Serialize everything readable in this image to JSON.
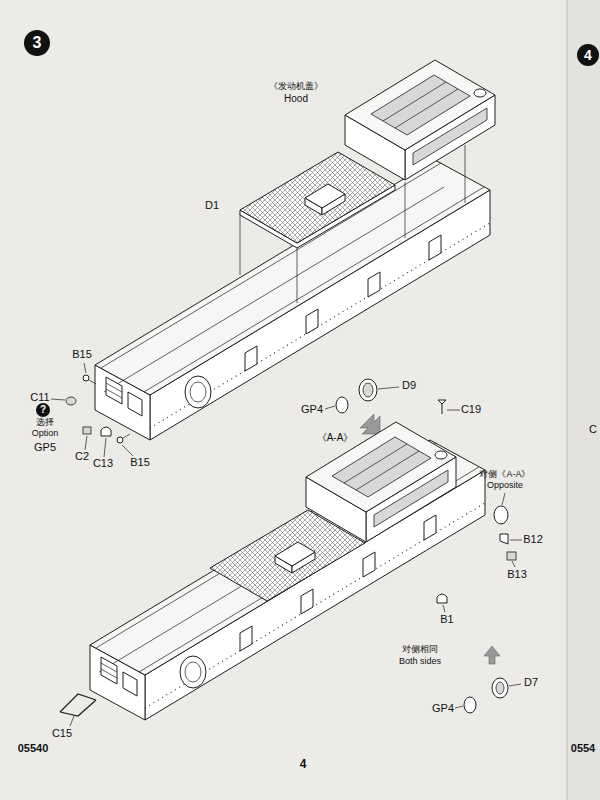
{
  "diagram": {
    "nodes": [
      {
        "text": [
          "3"
        ]
      },
      {
        "text": [
          "4"
        ]
      },
      {
        "text": [
          "?"
        ]
      }
    ],
    "labels": [
      "《发动机盖》",
      "Hood",
      "D1",
      "B15",
      "C11",
      "选择",
      "Option",
      "GP5",
      "C2",
      "C13",
      "B15",
      "D9",
      "GP4",
      "《A-A》",
      "C19",
      "对侧《A-A》",
      "Opposite",
      "B12",
      "B13",
      "B1",
      "对侧相同",
      "Both sides",
      "D7",
      "GP4",
      "C15",
      "05540",
      "4",
      "0554",
      "C"
    ]
  }
}
